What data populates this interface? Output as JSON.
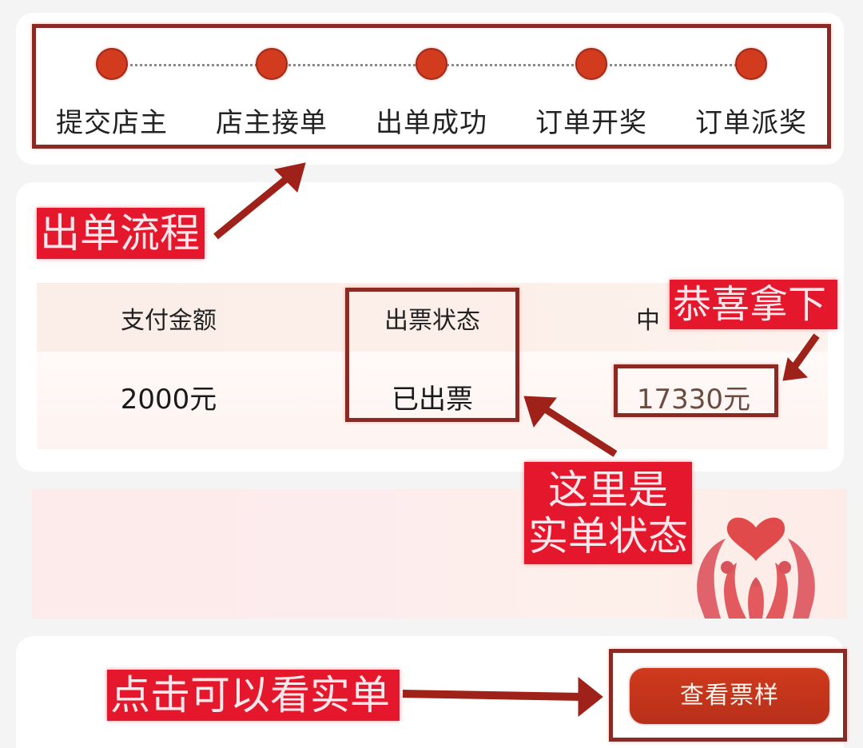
{
  "progress": {
    "steps": [
      {
        "label": "提交店主",
        "state": "done"
      },
      {
        "label": "店主接单",
        "state": "done"
      },
      {
        "label": "出单成功",
        "state": "done"
      },
      {
        "label": "订单开奖",
        "state": "done"
      },
      {
        "label": "订单派奖",
        "state": "done"
      }
    ],
    "dot_color": "#d33b1e"
  },
  "annotations": {
    "flow": "出单流程",
    "congrats": "恭喜拿下",
    "status_line1": "这里是",
    "status_line2": "实单状态",
    "click": "点击可以看实单",
    "box_color": "#8a2a22",
    "tag_color": "#e4172c"
  },
  "order_info": {
    "columns": [
      {
        "header": "支付金额",
        "value": "2000元"
      },
      {
        "header": "出票状态",
        "value": "已出票"
      },
      {
        "header": "中",
        "value": "17330元"
      }
    ]
  },
  "actions": {
    "view_ticket_label": "查看票样",
    "button_color": "#c5341b"
  }
}
